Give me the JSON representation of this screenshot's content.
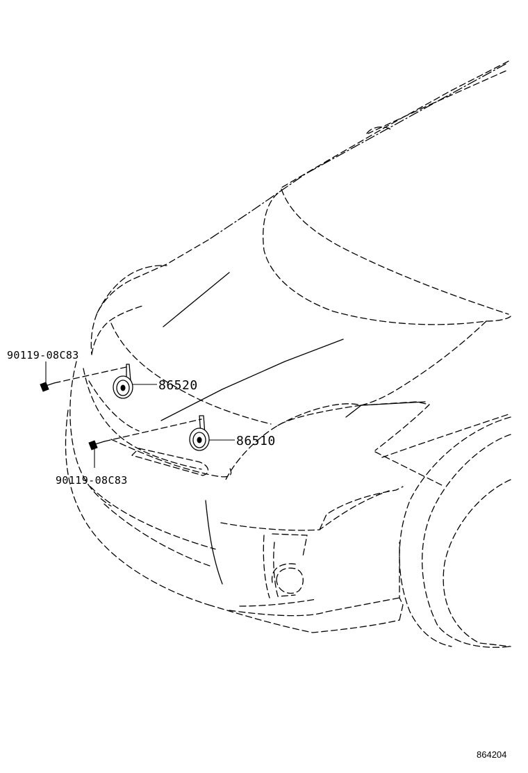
{
  "callouts": {
    "horn_high": "86520",
    "horn_low": "86510",
    "bolt_upper": "90119-08C83",
    "bolt_lower": "90119-08C83"
  },
  "diagram_id": "864204"
}
